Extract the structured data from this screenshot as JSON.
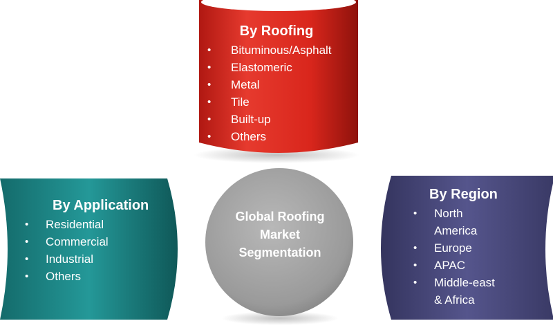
{
  "center": {
    "lines": [
      "Global Roofing",
      "Market",
      "Segmentation"
    ]
  },
  "segments": {
    "roofing": {
      "title": "By Roofing",
      "items": [
        "Bituminous/Asphalt",
        "Elastomeric",
        "Metal",
        "Tile",
        "Built-up",
        "Others"
      ]
    },
    "application": {
      "title": "By Application",
      "items": [
        "Residential",
        "Commercial",
        "Industrial",
        "Others"
      ]
    },
    "region": {
      "title": "By Region",
      "items": [
        "North\nAmerica",
        "Europe",
        "APAC",
        "Middle-east\n& Africa"
      ]
    }
  },
  "colors": {
    "roofing": "#d9261c",
    "application": "#1f8a8a",
    "region": "#4a4a7e",
    "center": "#9e9e9e"
  }
}
